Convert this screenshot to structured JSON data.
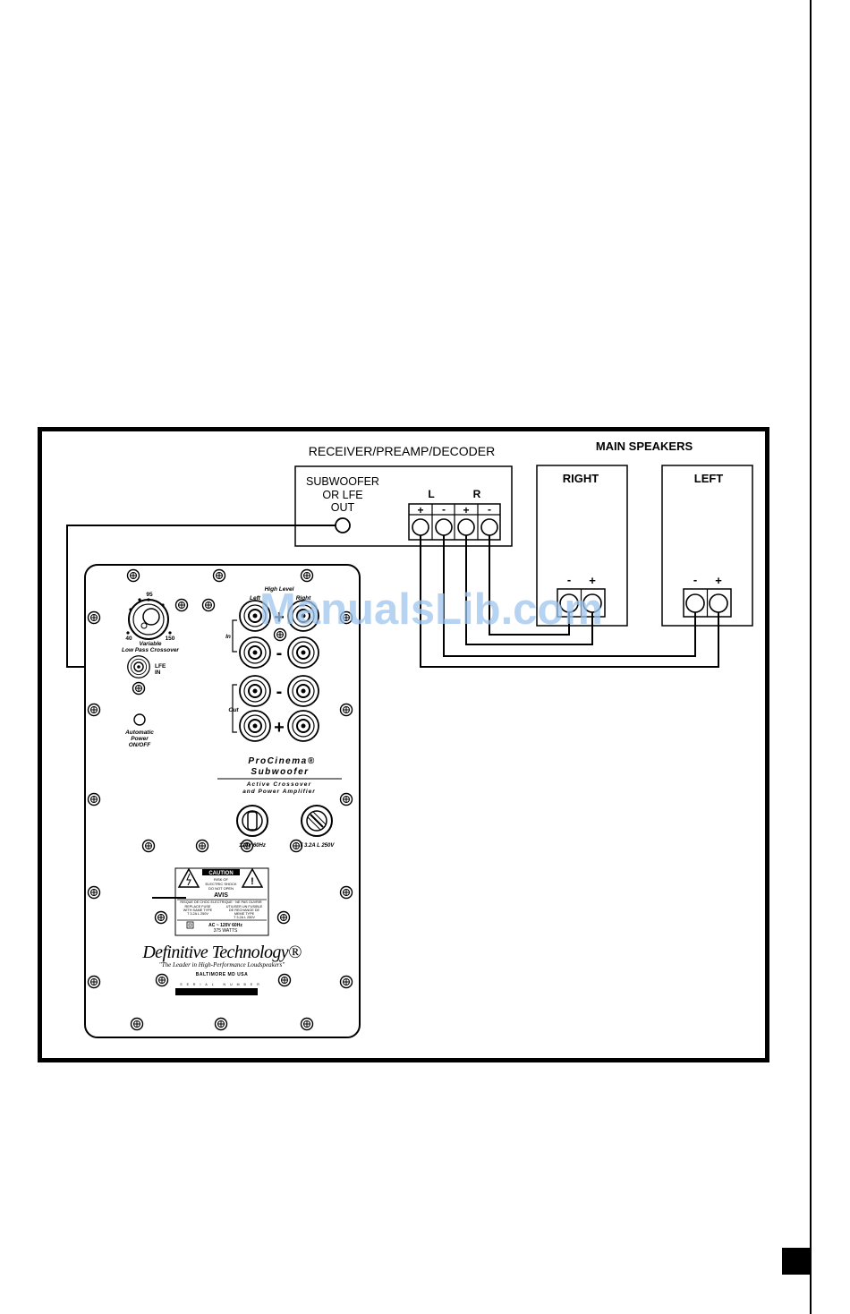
{
  "receiver": {
    "title": "RECEIVER/PREAMP/DECODER",
    "sub_line1": "SUBWOOFER",
    "sub_line2": "OR LFE",
    "sub_line3": "OUT",
    "left_label": "L",
    "right_label": "R",
    "plus": "+",
    "minus": "-"
  },
  "main_speakers": {
    "title": "MAIN SPEAKERS",
    "right": "RIGHT",
    "left": "LEFT",
    "plus": "+",
    "minus": "-"
  },
  "subwoofer_panel": {
    "dial_95": "95",
    "dial_40": "40",
    "dial_150": "150",
    "crossover_line1": "Variable",
    "crossover_line2": "Low Pass Crossover",
    "lfe_line1": "LFE",
    "lfe_line2": "IN",
    "auto_line1": "Automatic",
    "auto_line2": "Power",
    "auto_line3": "ON/OFF",
    "high_level": "High Level",
    "left": "Left",
    "right": "Right",
    "in": "In",
    "out": "Out",
    "plus": "+",
    "minus": "-",
    "product_line1": "ProCinema®",
    "product_line2": "Subwoofer",
    "product_line3": "Active Crossover",
    "product_line4": "and Power Amplifier",
    "voltage": "120V 60Hz",
    "fuse": "T 3.2A L 250V",
    "caution_title": "CAUTION",
    "caution_line1": "RISK OF",
    "caution_line2": "ELECTRIC SHOCK",
    "caution_line3": "DO NOT OPEN",
    "avis": "AVIS",
    "avis_line": "RISQUE DE CHOC ELECTRIQUE · NE PAS OUVRIR",
    "replace_line1": "REPLACE FUSE",
    "replace_line2": "WITH SAME TYPE",
    "replace_line3": "T 3.2A L 250V",
    "utiliser_line1": "UTILISER UN FUSIBLE",
    "utiliser_line2": "DE RECHANGE DE",
    "utiliser_line3": "MEME TYPE",
    "utiliser_line4": "T 3.2A L 250V",
    "ac_line": "AC ~ 120V 60Hz",
    "watts": "375 WATTS",
    "brand": "Definitive Technology®",
    "tagline": "\"The Leader in High-Performance Loudspeakers\"",
    "location": "BALTIMORE  MD  USA",
    "serial": "SERIAL NUMBER"
  },
  "watermark": "ManualsLib.com"
}
